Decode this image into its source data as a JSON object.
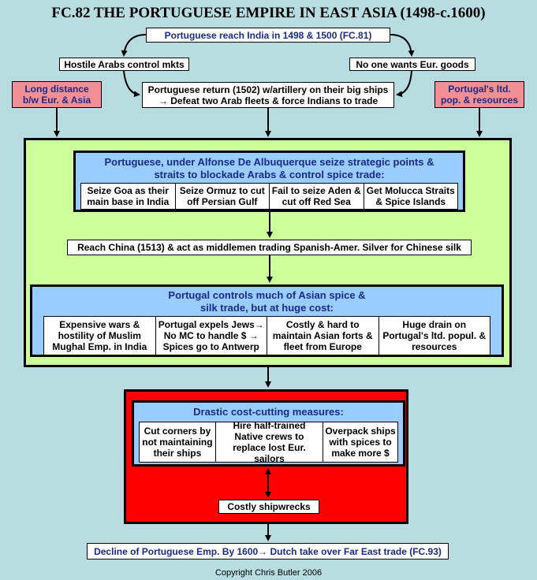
{
  "title": "FC.82 THE PORTUGUESE EMPIRE IN EAST ASIA (1498-c.1600)",
  "top_box": "Portuguese reach India in 1498 & 1500 (FC.81)",
  "left_cause": "Hostile Arabs control mkts",
  "right_cause": "No one wants Eur. goods",
  "return_box": {
    "line1": "Portuguese return  (1502) w/artillery on their big ships",
    "line2": "→ Defeat two Arab fleets & force Indians to trade"
  },
  "left_pink": "Long distance b/w Eur. & Asia",
  "right_pink": "Portugal's ltd. pop. & resources",
  "albuquerque": {
    "heading": "Portuguese, under Alfonse De Albuquerque seize strategic points & straits to blockade Arabs & control spice trade:",
    "cells": [
      "Seize Goa as their main base in India",
      "Seize Ormuz to cut off Persian Gulf",
      "Fail to seize Aden & cut off Red Sea",
      "Get Molucca Straits & Spice Islands"
    ]
  },
  "china_box": "Reach China (1513) & act as middlemen trading Spanish-Amer. Silver for Chinese silk",
  "controls": {
    "heading": "Portugal controls much of Asian spice & silk trade, but at huge cost:",
    "cells": [
      "Expensive wars & hostility of Muslim Mughal Emp. in India",
      "Portugal expels Jews→ No MC to handle $ → Spices go to Antwerp",
      "Costly & hard to maintain Asian forts & fleet from Europe",
      "Huge drain on Portugal's ltd. popul. & resources"
    ]
  },
  "cost_cutting": {
    "heading": "Drastic cost-cutting measures:",
    "cells": [
      "Cut corners by not maintaining their ships",
      "Hire half-trained Native crews to replace lost Eur. sailors",
      "Overpack ships with spices to make more $"
    ]
  },
  "shipwrecks": "Costly shipwrecks",
  "decline_box": "Decline of Portuguese Emp. By 1600→ Dutch take over Far East trade (FC.93)",
  "copyright": "Copyright Chris Butler 2006",
  "colors": {
    "background": "#b7dde0",
    "green_area": "#ccff99",
    "red_area": "#ff0000",
    "blue_panel": "#99ccff",
    "pink_box": "#f28f94",
    "heading_text": "#1a2a8a"
  }
}
